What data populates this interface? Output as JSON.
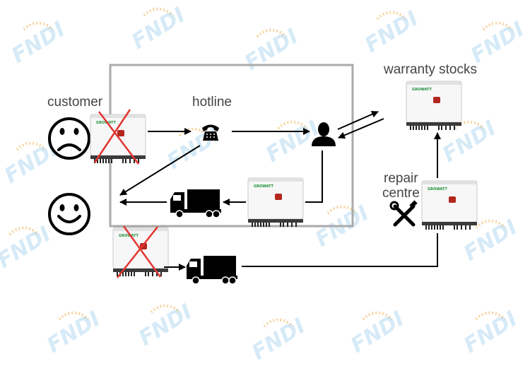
{
  "labels": {
    "customer": "customer",
    "hotline": "hotline",
    "warranty_stocks": "warranty stocks",
    "repair_line1": "repair",
    "repair_line2": "centre"
  },
  "brand": {
    "inverter_brand": "GROWATT",
    "watermark_text": "FNDI"
  },
  "colors": {
    "ink": "#000000",
    "label": "#444444",
    "frame": "#aaaaaa",
    "cross": "#e3342f",
    "inverter_body": "#f7f7f7",
    "inverter_edge": "#c8c8c8",
    "inverter_led": "#b3261e",
    "brand_green": "#1f8f3a",
    "watermark_blue": "#4aa3df",
    "watermark_orange": "#f0a030"
  },
  "icons": {
    "sad_customer": "sad-face-icon",
    "happy_customer": "happy-face-icon",
    "phone": "telephone-icon",
    "agent": "person-icon",
    "truck": "truck-icon",
    "tools": "wrench-hammer-icon",
    "inverter": "inverter-icon",
    "faulty": "red-cross-icon"
  }
}
